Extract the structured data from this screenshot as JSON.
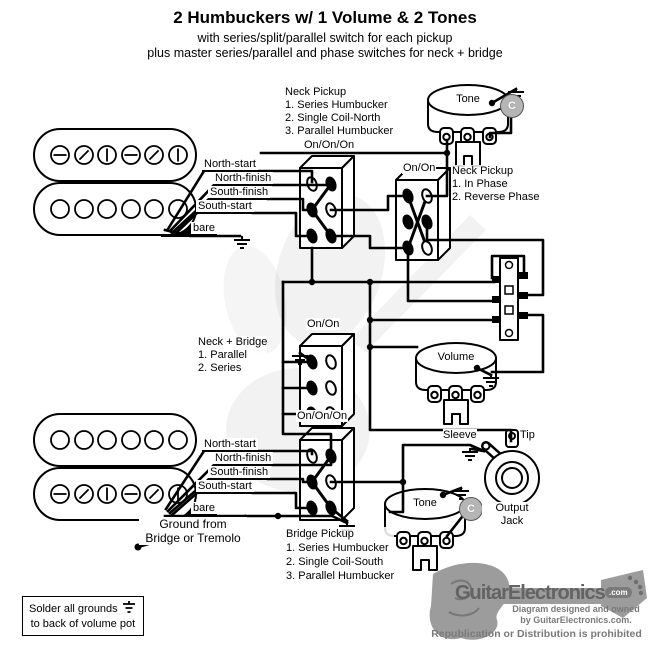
{
  "title": "2 Humbuckers w/ 1 Volume & 2 Tones",
  "subtitle_line1": "with series/split/parallel switch for each pickup",
  "subtitle_line2": "plus master series/parallel and phase switches for neck + bridge",
  "legends": {
    "neck_pickup": {
      "title": "Neck Pickup",
      "lines": [
        "1. Series Humbucker",
        "2. Single Coil-North",
        "3. Parallel Humbucker"
      ],
      "switch_label": "On/On/On"
    },
    "neck_phase": {
      "switch_label": "On/On",
      "title": "Neck Pickup",
      "lines": [
        "1. In Phase",
        "2. Reverse Phase"
      ]
    },
    "master": {
      "switch_label": "On/On",
      "title": "Neck + Bridge",
      "lines": [
        "1. Parallel",
        "2. Series"
      ]
    },
    "bridge_pickup": {
      "switch_label": "On/On/On",
      "title": "Bridge Pickup",
      "lines": [
        "1. Series Humbucker",
        "2. Single Coil-South",
        "3. Parallel Humbucker"
      ]
    }
  },
  "wire_labels": {
    "north_start": "North-start",
    "north_finish": "North-finish",
    "south_finish": "South-finish",
    "south_start": "South-start",
    "bare": "bare"
  },
  "pots": {
    "tone_neck": "Tone",
    "volume": "Volume",
    "tone_bridge": "Tone"
  },
  "capacitor": {
    "label": "C"
  },
  "output_jack": {
    "sleeve": "Sleeve",
    "tip": "Tip",
    "label_line1": "Output",
    "label_line2": "Jack"
  },
  "notes": {
    "bridge_ground_line1": "Ground from",
    "bridge_ground_line2": "Bridge or Tremolo",
    "solder_line1": "Solder all grounds",
    "solder_line2": "to back of volume pot"
  },
  "logo": {
    "brand": "GuitarElectronics",
    "tld": ".com",
    "credit_line1": "Diagram designed and owned",
    "credit_line2": "by GuitarElectronics.com.",
    "notice": "Republication or Distribution is prohibited"
  },
  "colors": {
    "wire": "#000000",
    "capacitor_fill": "#b5b5b5",
    "logo_gray": "#9c9c9c",
    "background": "#ffffff"
  }
}
